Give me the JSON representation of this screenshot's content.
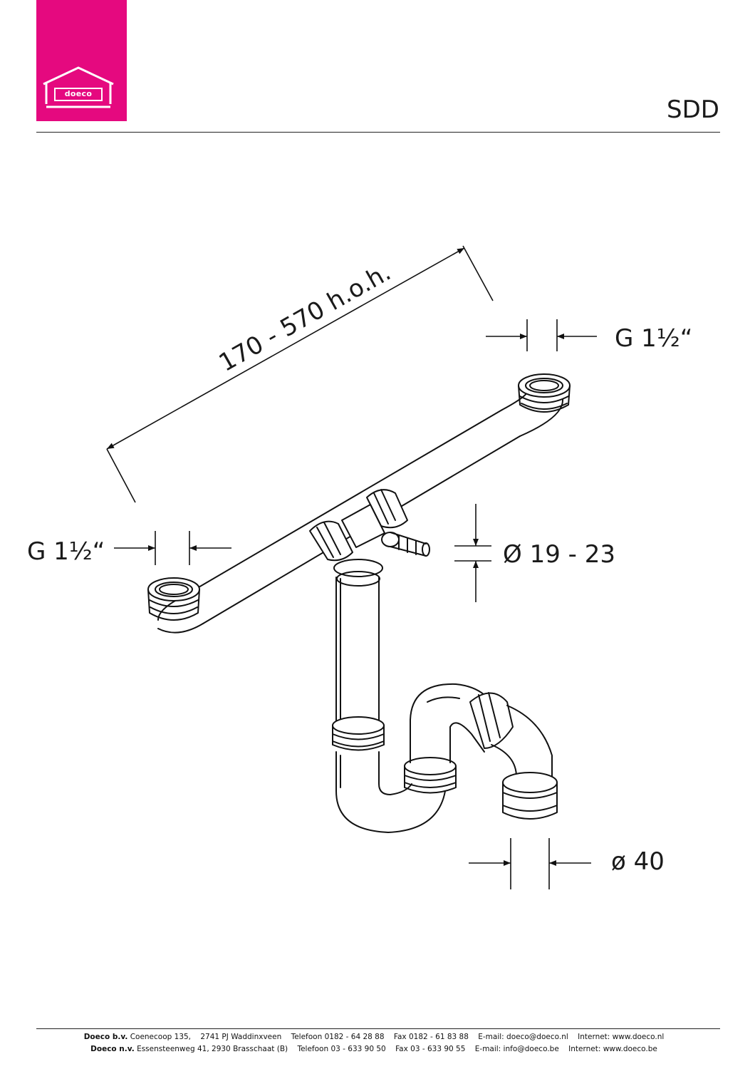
{
  "brand": {
    "logo_text": "doeco",
    "color": "#e5097f"
  },
  "header": {
    "code": "SDD"
  },
  "dimensions": {
    "length": "170 - 570 h.o.h.",
    "thread_right": "G 1½“",
    "thread_left": "G 1½“",
    "hose": "Ø 19 - 23",
    "outlet": "ø 40"
  },
  "footer": {
    "line1": {
      "company": "Doeco b.v.",
      "address": "Coenecoop 135,",
      "city": "2741 PJ  Waddinxveen",
      "phone": "Telefoon 0182 - 64 28 88",
      "fax": "Fax 0182 - 61 83 88",
      "email": "E-mail: doeco@doeco.nl",
      "web": "Internet: www.doeco.nl"
    },
    "line2": {
      "company": "Doeco n.v.",
      "address": "Essensteenweg 41, 2930  Brasschaat (B)",
      "phone": "Telefoon 03 - 633 90 50",
      "fax": "Fax 03 - 633 90 55",
      "email": "E-mail: info@doeco.be",
      "web": "Internet: www.doeco.be"
    }
  }
}
